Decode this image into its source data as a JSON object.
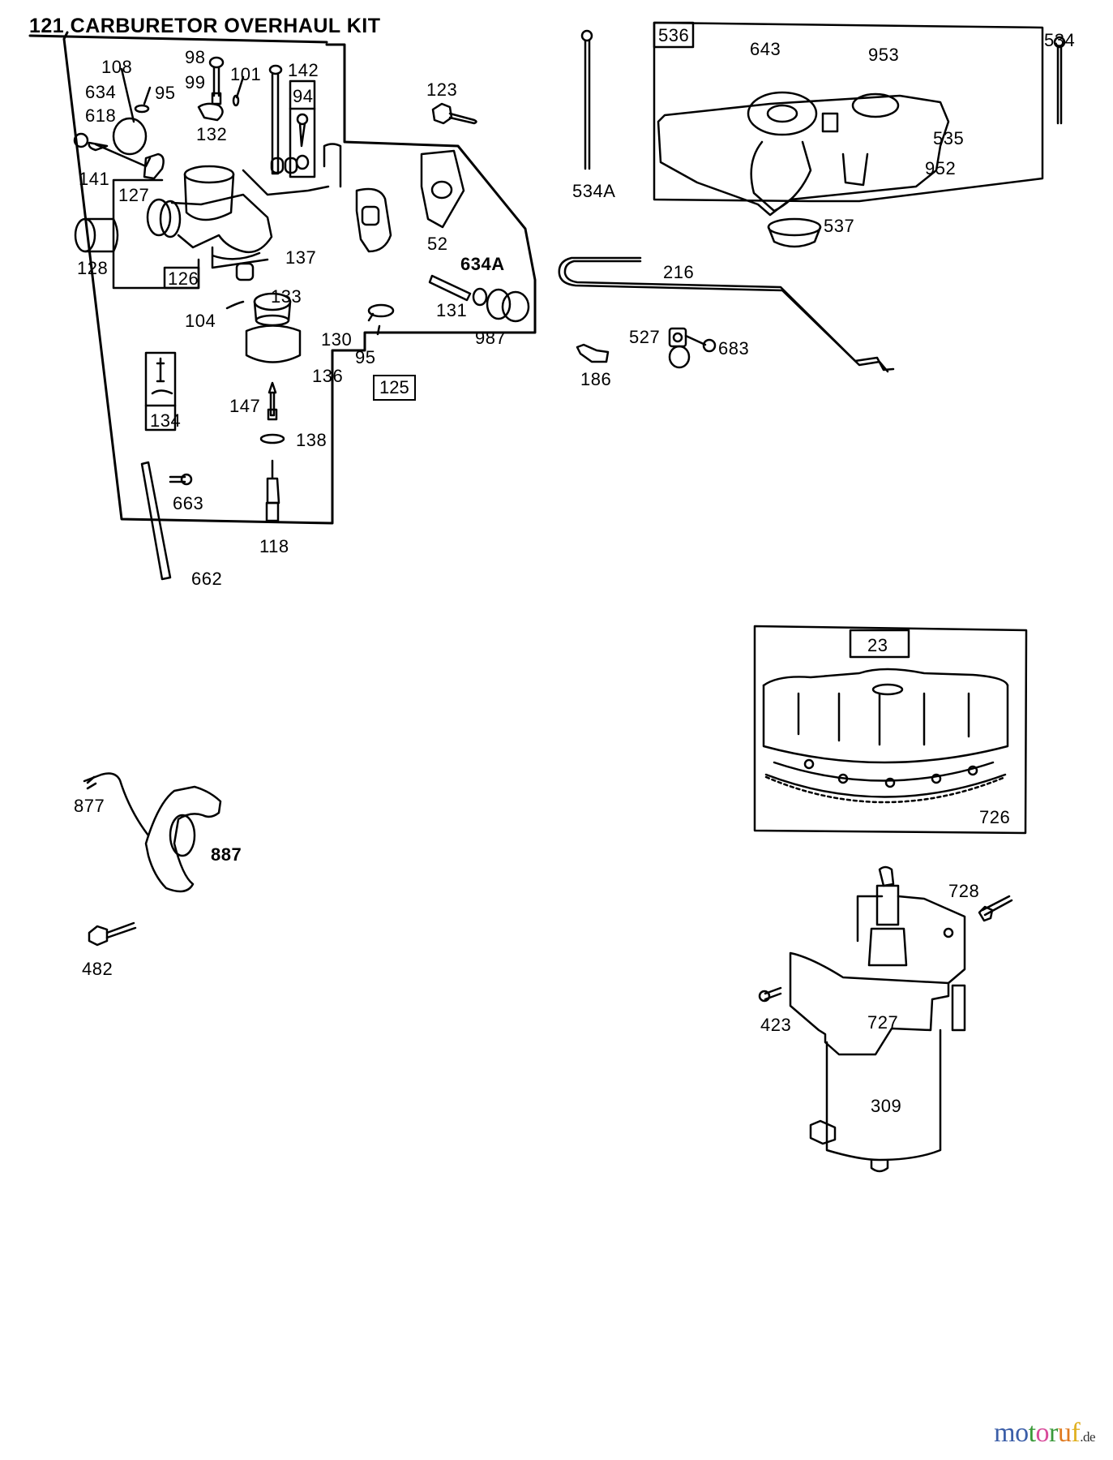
{
  "diagram": {
    "title": "121 CARBURETOR OVERHAUL KIT",
    "groups": {
      "carburetor": {
        "kit_label": "125",
        "sub_kits": [
          "126",
          "94",
          "134"
        ],
        "parts": [
          "108",
          "634",
          "618",
          "95",
          "98",
          "99",
          "101",
          "142",
          "132",
          "141",
          "127",
          "128",
          "137",
          "52",
          "123",
          "634A",
          "131",
          "987",
          "104",
          "133",
          "130",
          "95",
          "136",
          "147",
          "138",
          "663",
          "118",
          "662"
        ]
      },
      "air_cleaner": {
        "kit_label": "536",
        "parts": [
          "534A",
          "643",
          "953",
          "534",
          "535",
          "952",
          "537"
        ]
      },
      "linkage": {
        "parts": [
          "216",
          "527",
          "683",
          "186"
        ]
      },
      "flywheel": {
        "kit_label": "23",
        "parts": [
          "726"
        ]
      },
      "ignition": {
        "parts": [
          "877",
          "887",
          "482"
        ]
      },
      "starter": {
        "parts": [
          "728",
          "423",
          "727",
          "309"
        ]
      }
    },
    "labels": {
      "l108": "108",
      "l634": "634",
      "l618": "618",
      "l95a": "95",
      "l98": "98",
      "l99": "99",
      "l101": "101",
      "l142": "142",
      "l94": "94",
      "l132": "132",
      "l123": "123",
      "l141": "141",
      "l127": "127",
      "l128": "128",
      "l126": "126",
      "l137": "137",
      "l52": "52",
      "l634A": "634A",
      "l131": "131",
      "l987": "987",
      "l104": "104",
      "l133": "133",
      "l130": "130",
      "l95b": "95",
      "l136": "136",
      "l125": "125",
      "l134": "134",
      "l147": "147",
      "l138": "138",
      "l663": "663",
      "l118": "118",
      "l662": "662",
      "l534A": "534A",
      "l536": "536",
      "l643": "643",
      "l953": "953",
      "l534": "534",
      "l535": "535",
      "l952": "952",
      "l537": "537",
      "l216": "216",
      "l527": "527",
      "l683": "683",
      "l186": "186",
      "l23": "23",
      "l726": "726",
      "l877": "877",
      "l887": "887",
      "l482": "482",
      "l728": "728",
      "l423": "423",
      "l727": "727",
      "l309": "309"
    }
  },
  "watermark": {
    "letters": [
      {
        "ch": "m",
        "color": "#3b5ea8"
      },
      {
        "ch": "o",
        "color": "#3b5ea8"
      },
      {
        "ch": "t",
        "color": "#3a9a3a"
      },
      {
        "ch": "o",
        "color": "#d84a9a"
      },
      {
        "ch": "r",
        "color": "#3a9a3a"
      },
      {
        "ch": "u",
        "color": "#e07a20"
      },
      {
        "ch": "f",
        "color": "#e0b020"
      }
    ],
    "tld": ".de"
  }
}
